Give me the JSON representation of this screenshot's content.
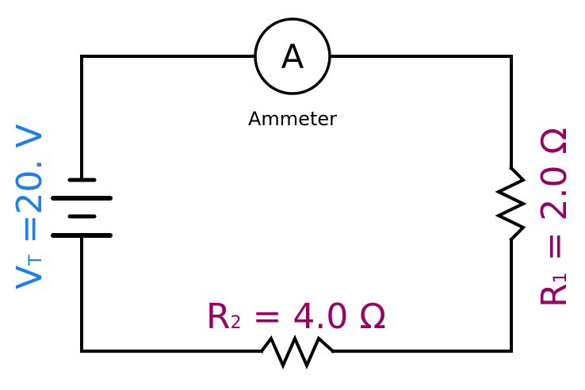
{
  "diagram": {
    "type": "series-circuit",
    "components": {
      "battery": {
        "symbol": "battery-icon",
        "label_main": "V",
        "label_sub": "T",
        "label_rest": " =20. V",
        "color": "#1a7ff0"
      },
      "ammeter": {
        "symbol": "ammeter-icon",
        "glyph": "A",
        "caption": "Ammeter",
        "color": "#000000"
      },
      "resistor_1": {
        "symbol": "resistor-icon",
        "label_main": "R",
        "label_sub": "1",
        "label_rest": " = 2.0 Ω",
        "color": "#990066"
      },
      "resistor_2": {
        "symbol": "resistor-icon",
        "label_main": "R",
        "label_sub": "2",
        "label_rest": " = 4.0 Ω",
        "color": "#990066"
      }
    },
    "wire_color": "#000000"
  }
}
